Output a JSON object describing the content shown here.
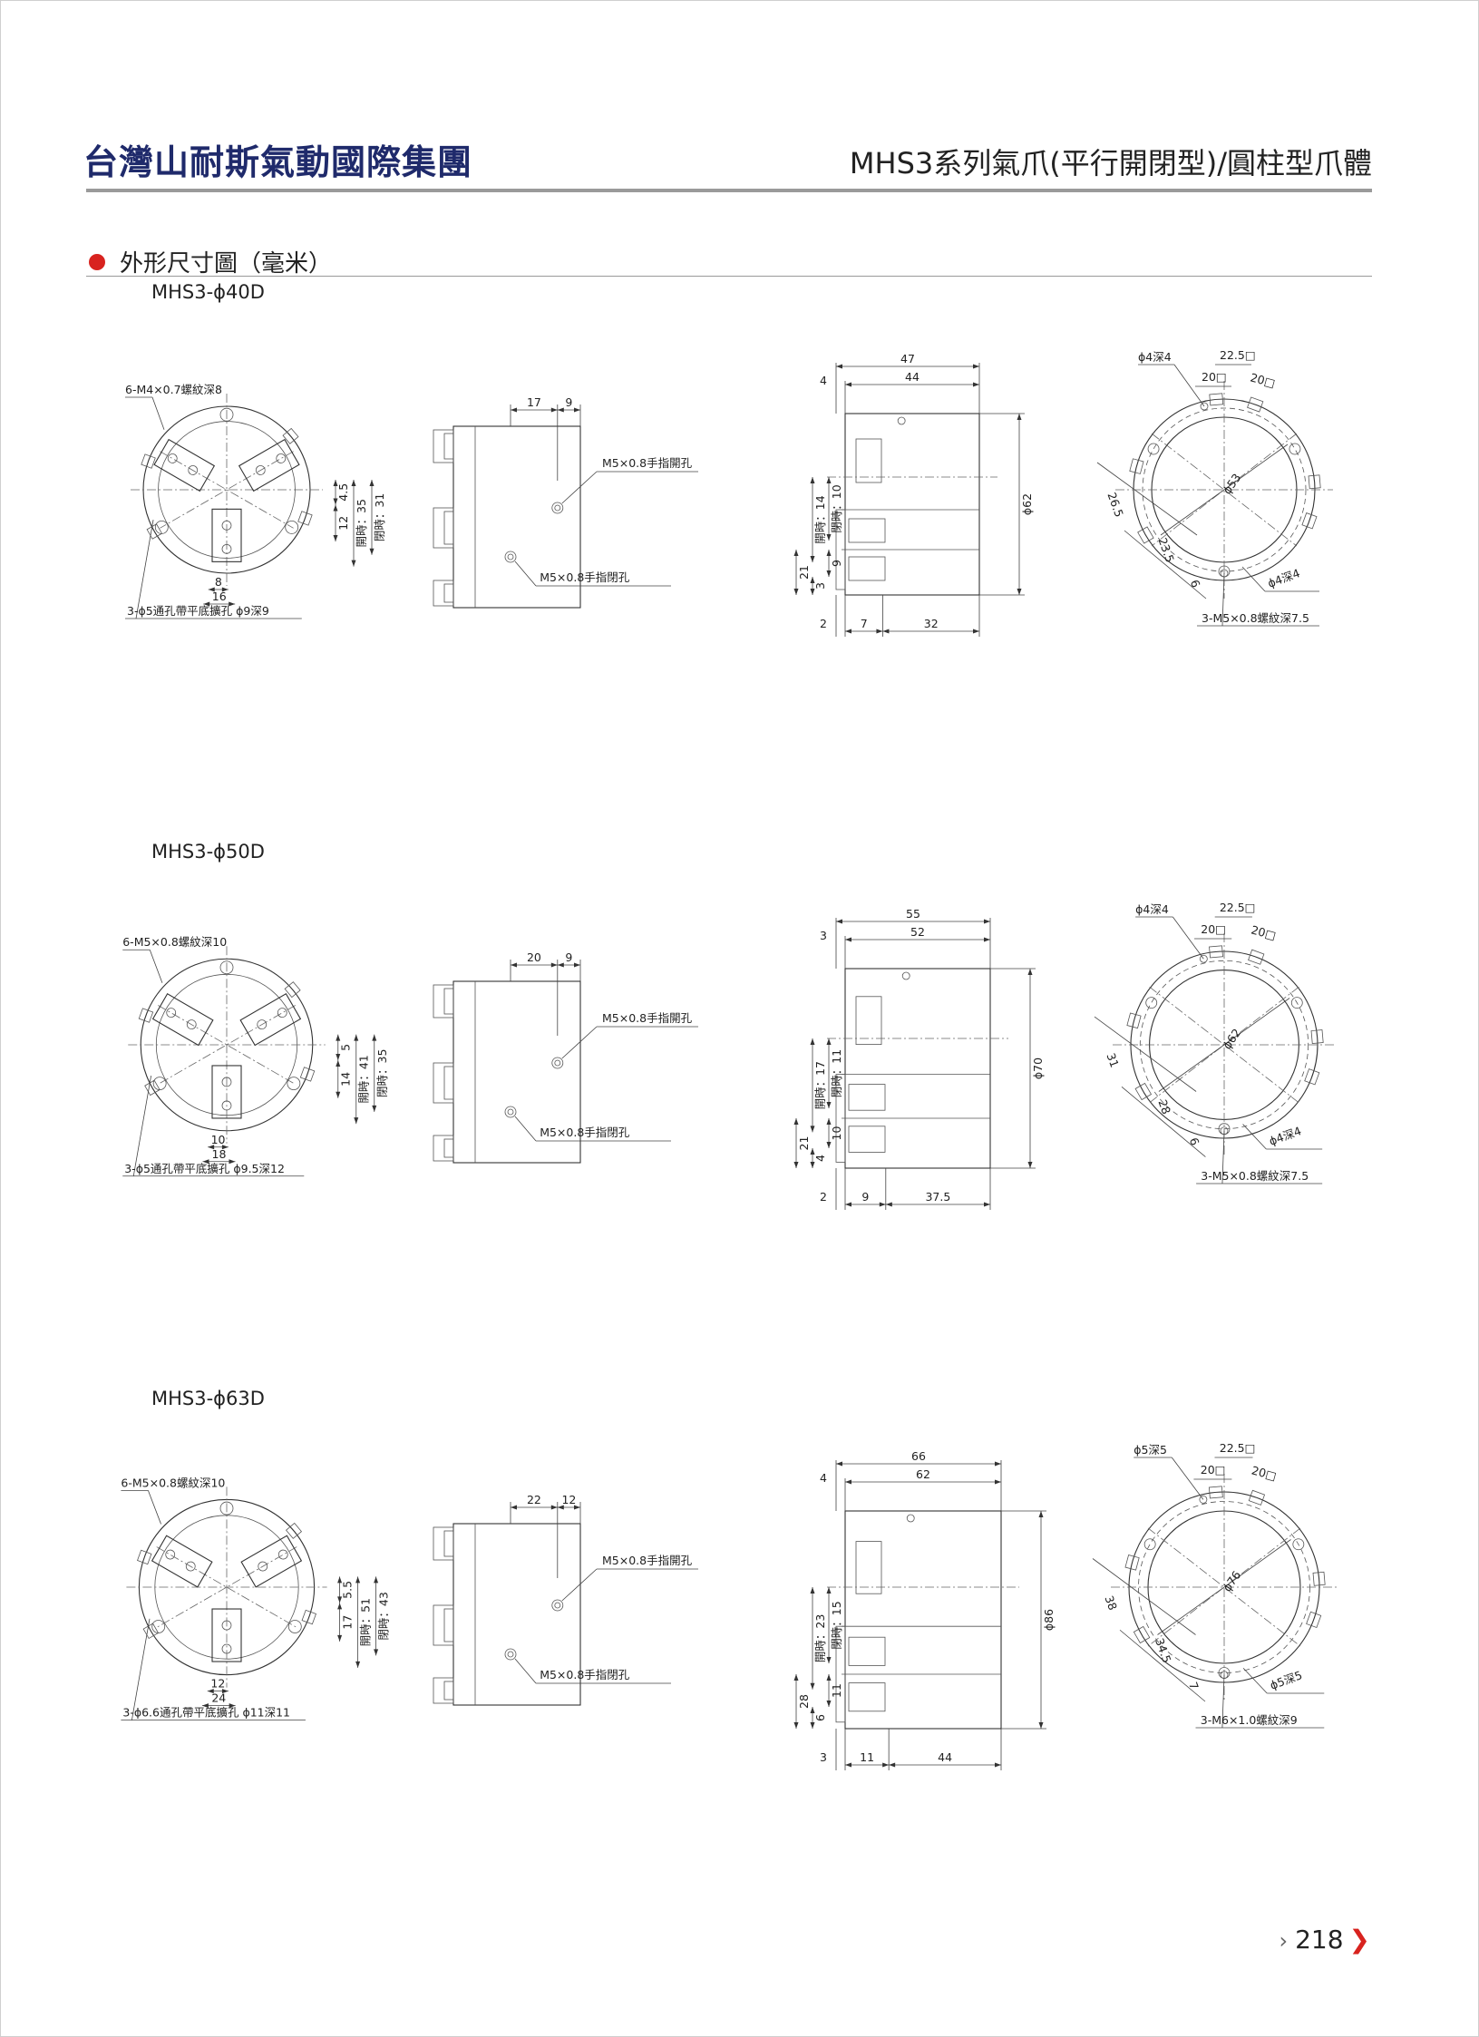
{
  "header": {
    "brand": "台灣山耐斯氣動國際集團",
    "series_title": "MHS3系列氣爪(平行開閉型)/圓柱型爪體"
  },
  "section": {
    "title": "外形尺寸圖（毫米）"
  },
  "footer": {
    "page_number": "218"
  },
  "colors": {
    "brand": "#1f2a6b",
    "accent": "#d8231f",
    "rule": "#9a9a9a"
  },
  "models": [
    {
      "name": "MHS3-ϕ40D",
      "front": {
        "thread_note": "6-M4×0.7螺紋深8",
        "thru_hole_note": "3-ϕ5通孔帶平底擴孔 ϕ9深9",
        "v_dims": [
          "4.5",
          "12",
          "開時：35",
          "閉時：31"
        ],
        "h_dims": [
          "8",
          "16"
        ]
      },
      "side": {
        "top_dims": [
          "17",
          "9"
        ],
        "open_port": "M5×0.8手指開孔",
        "close_port": "M5×0.8手指閉孔"
      },
      "profile": {
        "top_dims": [
          "4",
          "47",
          "44"
        ],
        "left_dims": [
          "開時：14",
          "閉時：10",
          "21",
          "9",
          "3"
        ],
        "dia": "ϕ62",
        "bottom_dims": [
          "2",
          "7",
          "32"
        ]
      },
      "bottom": {
        "pin_note": "ϕ4深4",
        "sq1": "22.5",
        "sq2": "20",
        "sq3": "20",
        "dia": "ϕ53",
        "dims": [
          "26.5",
          "23.5",
          "6"
        ],
        "pin_note2": "ϕ4深4",
        "thread_note": "3-M5×0.8螺紋深7.5"
      }
    },
    {
      "name": "MHS3-ϕ50D",
      "front": {
        "thread_note": "6-M5×0.8螺紋深10",
        "thru_hole_note": "3-ϕ5通孔帶平底擴孔 ϕ9.5深12",
        "v_dims": [
          "5",
          "14",
          "開時：41",
          "閉時：35"
        ],
        "h_dims": [
          "10",
          "18"
        ]
      },
      "side": {
        "top_dims": [
          "20",
          "9"
        ],
        "open_port": "M5×0.8手指開孔",
        "close_port": "M5×0.8手指閉孔"
      },
      "profile": {
        "top_dims": [
          "3",
          "55",
          "52"
        ],
        "left_dims": [
          "開時：17",
          "閉時：11",
          "21",
          "10",
          "4"
        ],
        "dia": "ϕ70",
        "bottom_dims": [
          "2",
          "9",
          "37.5"
        ]
      },
      "bottom": {
        "pin_note": "ϕ4深4",
        "sq1": "22.5",
        "sq2": "20",
        "sq3": "20",
        "dia": "ϕ62",
        "dims": [
          "31",
          "28",
          "6"
        ],
        "pin_note2": "ϕ4深4",
        "thread_note": "3-M5×0.8螺紋深7.5"
      }
    },
    {
      "name": "MHS3-ϕ63D",
      "front": {
        "thread_note": "6-M5×0.8螺紋深10",
        "thru_hole_note": "3-ϕ6.6通孔帶平底擴孔 ϕ11深11",
        "v_dims": [
          "5.5",
          "17",
          "開時：51",
          "閉時：43"
        ],
        "h_dims": [
          "12",
          "24"
        ]
      },
      "side": {
        "top_dims": [
          "22",
          "12"
        ],
        "open_port": "M5×0.8手指開孔",
        "close_port": "M5×0.8手指閉孔"
      },
      "profile": {
        "top_dims": [
          "4",
          "66",
          "62"
        ],
        "left_dims": [
          "開時：23",
          "閉時：15",
          "28",
          "11",
          "6"
        ],
        "dia": "ϕ86",
        "bottom_dims": [
          "3",
          "11",
          "44"
        ]
      },
      "bottom": {
        "pin_note": "ϕ5深5",
        "sq1": "22.5",
        "sq2": "20",
        "sq3": "20",
        "dia": "ϕ76",
        "dims": [
          "38",
          "34.5",
          "7"
        ],
        "pin_note2": "ϕ5深5",
        "thread_note": "3-M6×1.0螺紋深9"
      }
    }
  ]
}
